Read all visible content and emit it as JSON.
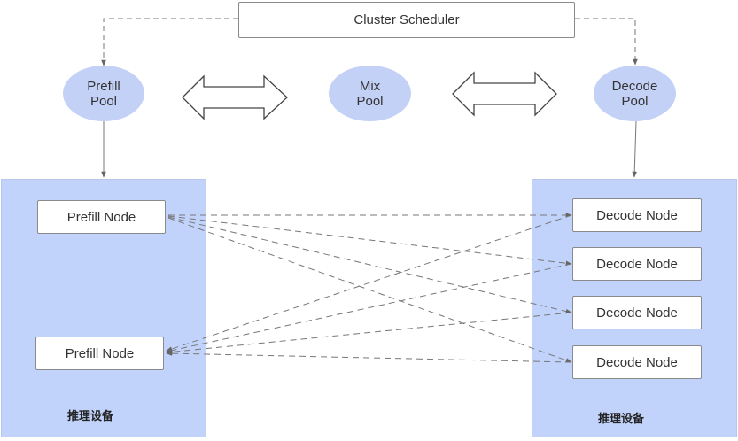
{
  "scheduler": {
    "label": "Cluster Scheduler"
  },
  "pools": {
    "prefill": {
      "line1": "Prefill",
      "line2": "Pool"
    },
    "mix": {
      "line1": "Mix",
      "line2": "Pool"
    },
    "decode": {
      "line1": "Decode",
      "line2": "Pool"
    }
  },
  "left_panel": {
    "label": "推理设备",
    "nodes": [
      "Prefill Node",
      "Prefill Node"
    ]
  },
  "right_panel": {
    "label": "推理设备",
    "nodes": [
      "Decode Node",
      "Decode Node",
      "Decode Node",
      "Decode Node"
    ]
  },
  "colors": {
    "pool_fill": "#c4d1f7",
    "panel_fill": "#c2d3fb",
    "line": "#777777"
  }
}
